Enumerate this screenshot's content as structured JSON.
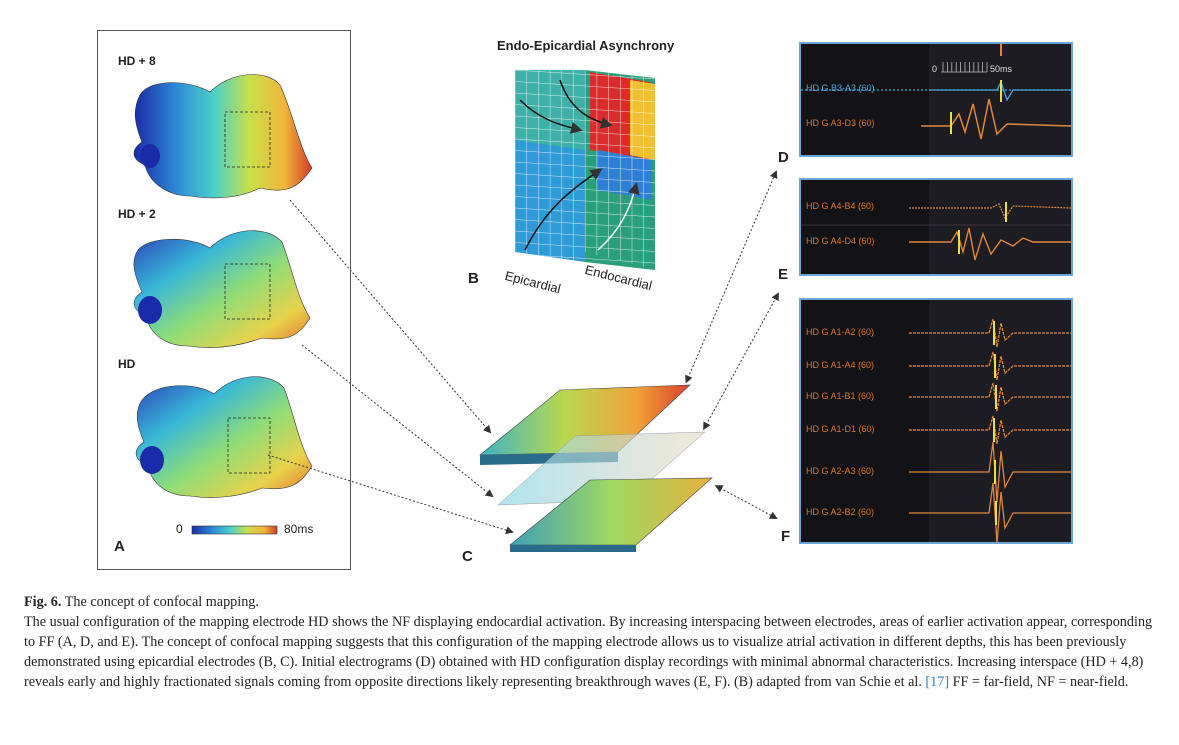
{
  "panel_a": {
    "labels": [
      "HD + 8",
      "HD + 2",
      "HD"
    ],
    "letter": "A",
    "scale_min": "0",
    "scale_max": "80ms"
  },
  "panel_b": {
    "title": "Endo-Epicardial Asynchrony",
    "letter": "B",
    "epi_label": "Epicardial",
    "endo_label": "Endocardial"
  },
  "panel_c": {
    "letter": "C"
  },
  "panel_d": {
    "letter": "D",
    "scale_min": "0",
    "scale_max": "50ms",
    "traces": [
      "HD G  B3-A3 (60)",
      "HD G  A3-D3 (60)"
    ]
  },
  "panel_e": {
    "letter": "E",
    "traces": [
      "HD G  A4-B4 (60)",
      "HD G  A4-D4 (60)"
    ]
  },
  "panel_f": {
    "letter": "F",
    "traces": [
      "HD G  A1-A2 (60)",
      "HD G  A1-A4 (60)",
      "HD G  A1-B1 (60)",
      "HD G  A1-D1 (60)",
      "HD G  A2-A3 (60)",
      "HD G  A2-B2 (60)"
    ]
  },
  "caption": {
    "label": "Fig. 6.",
    "title": "The concept of confocal mapping.",
    "text_before_ref": "The usual configuration of the mapping electrode HD shows the NF displaying endocardial activation. By increasing interspacing between electrodes, areas of earlier activation appear, corresponding to FF (A, D, and E). The concept of confocal mapping suggests that this configuration of the mapping electrode allows us to visualize atrial activation in different depths, this has been previously demonstrated using epicardial electrodes (B, C). Initial electrograms (D) obtained with HD configuration display recordings with minimal abnormal characteristics. Increasing interspace (HD + 4,8) reveals early and highly fractionated signals coming from opposite directions likely representing breakthrough waves (E, F). (B) adapted from van Schie et al.",
    "ref": "[17]",
    "text_after_ref": "FF = far-field, NF = near-field."
  },
  "colors": {
    "trace_orange": "#e2873a",
    "trace_blue": "#4aa7d9",
    "marker_yellow": "#e8e04a",
    "panel_border": "#6aa5d8"
  }
}
